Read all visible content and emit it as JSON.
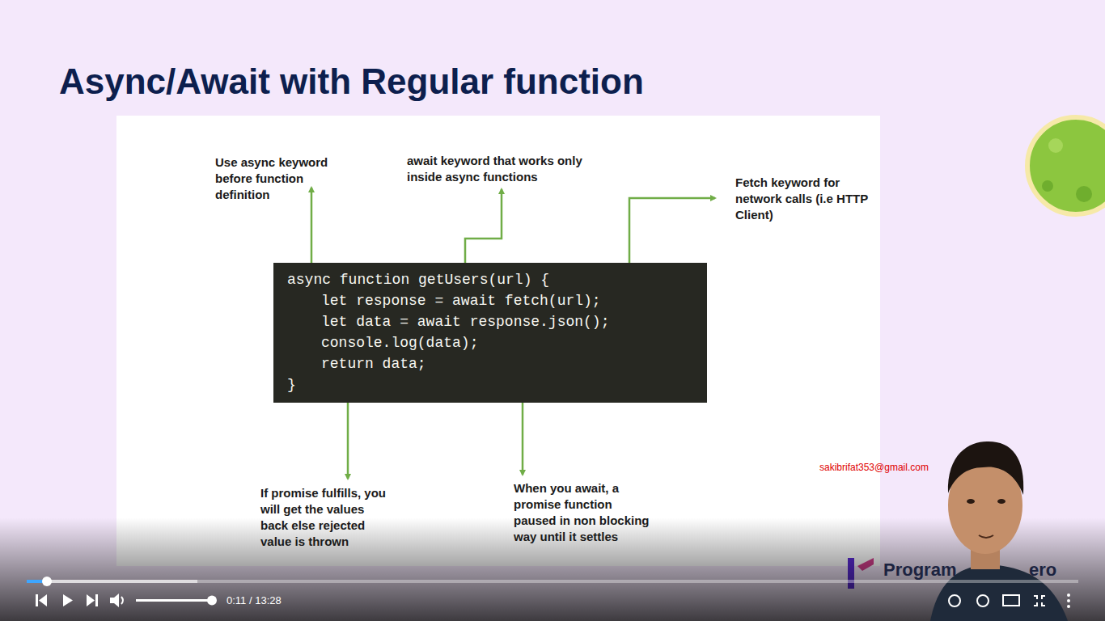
{
  "diagram": {
    "title": "Async/Await with Regular function",
    "nodes": [
      {
        "text": [
          "async function getUsers(url) {",
          "let response = await fetch(url);",
          "let data = await response.json();",
          "console.log(data);",
          "return data;",
          "}"
        ]
      }
    ],
    "labels": [
      "Use async keyword before function definition",
      "await keyword that works only inside async functions",
      "Fetch keyword for network calls (i.e HTTP Client)",
      "If promise fulfills, you will get the values back else rejected value is thrown",
      "When you await, a promise function paused in non blocking way until it settles",
      "sakibrifat353@gmail.com",
      "Program",
      "ero",
      "0:11 / 13:28"
    ]
  }
}
